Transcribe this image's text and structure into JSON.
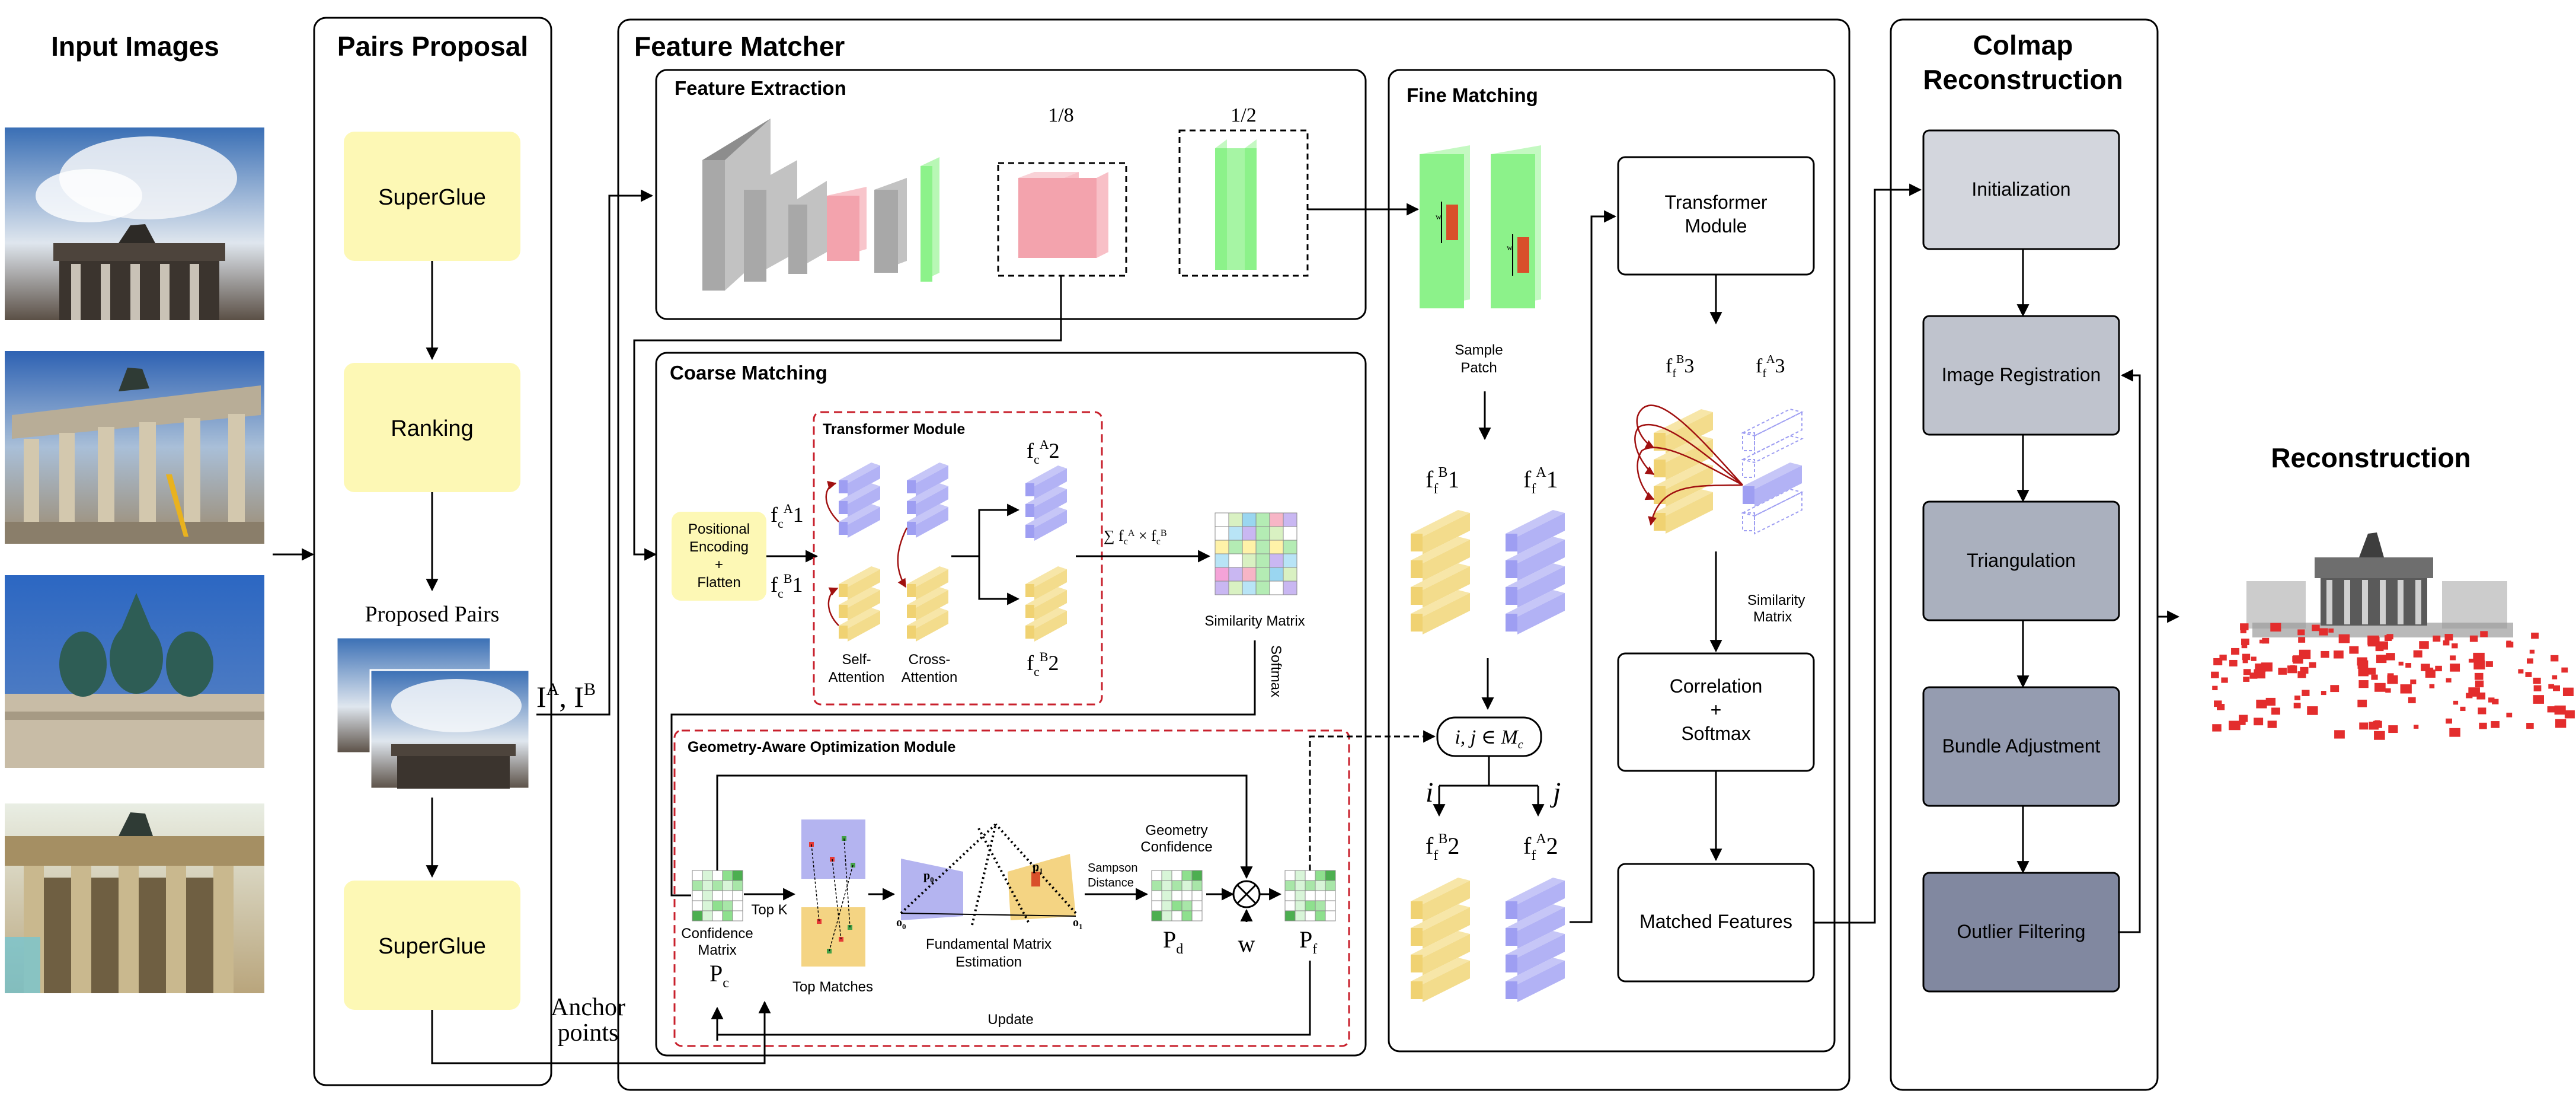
{
  "input_images": {
    "title": "Input Images"
  },
  "pairs_proposal": {
    "title": "Pairs Proposal",
    "superglue_top": "SuperGlue",
    "ranking": "Ranking",
    "proposed_pairs": "Proposed Pairs",
    "pair_label_a": "I",
    "pair_label_a_sup": "A",
    "pair_label_sep": ", I",
    "pair_label_b_sup": "B",
    "superglue_bottom": "SuperGlue",
    "anchor_line1": "Anchor",
    "anchor_line2": "points"
  },
  "feature_matcher": {
    "title": "Feature Matcher",
    "feature_extraction": {
      "title": "Feature Extraction",
      "scale_coarse": "1/8",
      "scale_fine": "1/2"
    },
    "coarse_matching": {
      "title": "Coarse Matching",
      "positional_encoding": [
        "Positional",
        "Encoding",
        "+",
        "Flatten"
      ],
      "fc_a1": "f",
      "fc_a1_sub": "c",
      "fc_a1_sup": "A",
      "fc_a1_idx": "1",
      "fc_b1_sub": "c",
      "fc_b1_sup": "B",
      "fc_b1_idx": "1",
      "transformer_module": "Transformer Module",
      "self_attention": [
        "Self-",
        "Attention"
      ],
      "cross_attention": [
        "Cross-",
        "Attention"
      ],
      "fc_a2_sup": "A",
      "fc_a2_idx": "2",
      "fc_b2_sup": "B",
      "fc_b2_idx": "2",
      "similarity_formula": "∑ f",
      "similarity_matrix": "Similarity Matrix",
      "softmax": "Softmax"
    },
    "geometry_module": {
      "title": "Geometry-Aware Optimization Module",
      "confidence_matrix": [
        "Confidence",
        "Matrix"
      ],
      "pc": "P",
      "pc_sub": "c",
      "top_k": "Top K",
      "top_matches": "Top Matches",
      "fundamental_matrix": [
        "Fundamental Matrix",
        "Estimation"
      ],
      "sampson": [
        "Sampson",
        "Distance"
      ],
      "geometry_confidence": [
        "Geometry",
        "Confidence"
      ],
      "pd": "P",
      "pd_sub": "d",
      "w": "w",
      "pf": "P",
      "pf_sub": "f",
      "update": "Update",
      "p0": "p",
      "o0": "o",
      "p1": "p",
      "o1": "o"
    },
    "fine_matching": {
      "title": "Fine Matching",
      "sample_patch": [
        "Sample",
        "Patch"
      ],
      "w_label": "w",
      "ff_b1_sup": "B",
      "ff_b1_idx": "1",
      "ff_a1_sup": "A",
      "ff_a1_idx": "1",
      "ij_in_mc": "i, j ∈ M",
      "mc_sub": "c",
      "i": "i",
      "j": "j",
      "ff_b2_sup": "B",
      "ff_b2_idx": "2",
      "ff_a2_sup": "A",
      "ff_a2_idx": "2",
      "transformer_module": [
        "Transformer",
        "Module"
      ],
      "ff_b3_sup": "B",
      "ff_b3_idx": "3",
      "ff_a3_sup": "A",
      "ff_a3_idx": "3",
      "similarity_matrix": [
        "Similarity",
        "Matrix"
      ],
      "correlation": [
        "Correlation",
        "+",
        "Softmax"
      ],
      "matched_features": "Matched Features",
      "f": "f",
      "f_sub": "f"
    }
  },
  "colmap": {
    "title": [
      "Colmap",
      "Reconstruction"
    ],
    "steps": [
      "Initialization",
      "Image Registration",
      "Triangulation",
      "Bundle Adjustment",
      "Outlier Filtering"
    ],
    "step_colors": [
      "#d3d6dd",
      "#bfc3cd",
      "#aab0be",
      "#959cb0",
      "#8188a0"
    ]
  },
  "reconstruction": {
    "title": "Reconstruction"
  },
  "colors": {
    "yellow_box": "#fdf8b5",
    "red_dash": "#c8202c",
    "purple": "#9e9ef2",
    "gold": "#f0d272",
    "green": "#8cf28a",
    "pink": "#f3a3ad",
    "grey": "#a8a8a8"
  }
}
